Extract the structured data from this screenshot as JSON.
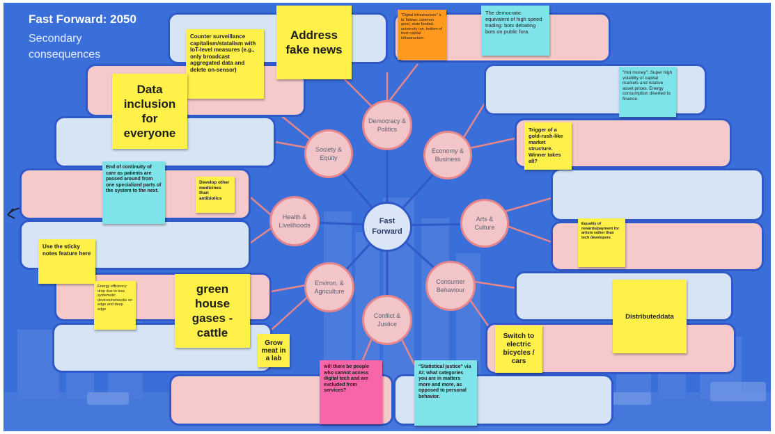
{
  "title": {
    "main": "Fast Forward: 2050",
    "sub": "Secondary consequences"
  },
  "hub": {
    "label": "Fast Forward"
  },
  "categories": {
    "democracy": "Democracy & Politics",
    "society": "Society & Equity",
    "economy": "Economy & Business",
    "health": "Health & Livelihoods",
    "arts": "Arts & Culture",
    "environ": "Environ. & Agriculture",
    "consumer": "Consumer Behaviour",
    "conflict": "Conflict & Justice"
  },
  "notes": {
    "counter_surveillance": "Counter surveillance capitalism/statalism with IoT-level measures (e.g., only broadcast aggregated data and delete on-sensor)",
    "address_fake_news": "Address fake news",
    "digital_infrastructure": "\"Digital infrastructure\" à la Taiwan: common good, state funded, university run, bottom-of trust capital infrastructure.",
    "democratic_equivalent": "The democratic equivalent of high speed trading: bots debating bots on public fora.",
    "hot_money": "\"Hot money\": Super high volatility of capital markets and relative asset prices. Energy consumption diverted to finance.",
    "data_inclusion": "Data inclusion for everyone",
    "gold_rush": "Trigger of a gold-rush-like market structure. Winner takes all?",
    "continuity_of_care": "End of continuity of care as patients are passed around from one specialized parts of the system to the next.",
    "other_medicines": "Develop other medicines than antibiotics",
    "equality_artists": "Equality of rewards/payment for artists rather than tech developers",
    "sticky_hint": "Use the sticky notes feature here",
    "energy_efficiency": "Energy efficiency drop due to less systematic devices/networks on edge and deep edge",
    "greenhouse": "green house gases - cattle",
    "grow_meat": "Grow meat in a lab",
    "distributed": "Distributeddata",
    "electric_bicycles": "Switch to electric bicycles / cars",
    "excluded": "will there be people who cannot access digital tech and are excluded from services?",
    "statistical_justice": "\"Statistical justice\" via AI: what categories you are in matters more and more, as opposed to personal behavior."
  },
  "colors": {
    "board": "#3a6fd9",
    "bubble_border": "#2f58c8",
    "pink_bubble": "#f6c9cb",
    "blue_bubble": "#d6e4f5",
    "node_fill": "#f2c5c8",
    "node_border": "#e7868b",
    "sticky_yellow": "#fff04a",
    "sticky_cyan": "#7fe3ea",
    "sticky_orange": "#ff9a1f",
    "sticky_magenta": "#f766a8"
  }
}
